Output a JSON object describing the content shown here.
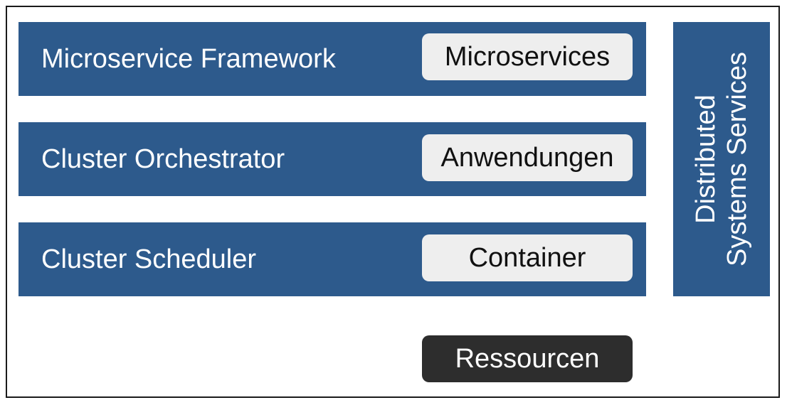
{
  "layers": [
    {
      "label": "Microservice Framework",
      "tag": "Microservices"
    },
    {
      "label": "Cluster Orchestrator",
      "tag": "Anwendungen"
    },
    {
      "label": "Cluster Scheduler",
      "tag": "Container"
    }
  ],
  "side_panel": {
    "line1": "Distributed",
    "line2": "Systems Services"
  },
  "base": {
    "tag": "Ressourcen"
  },
  "colors": {
    "layer_blue": "#2d5a8c",
    "pill_light": "#eeeeee",
    "pill_dark": "#2d2d2d",
    "border": "#1a1a1a"
  }
}
